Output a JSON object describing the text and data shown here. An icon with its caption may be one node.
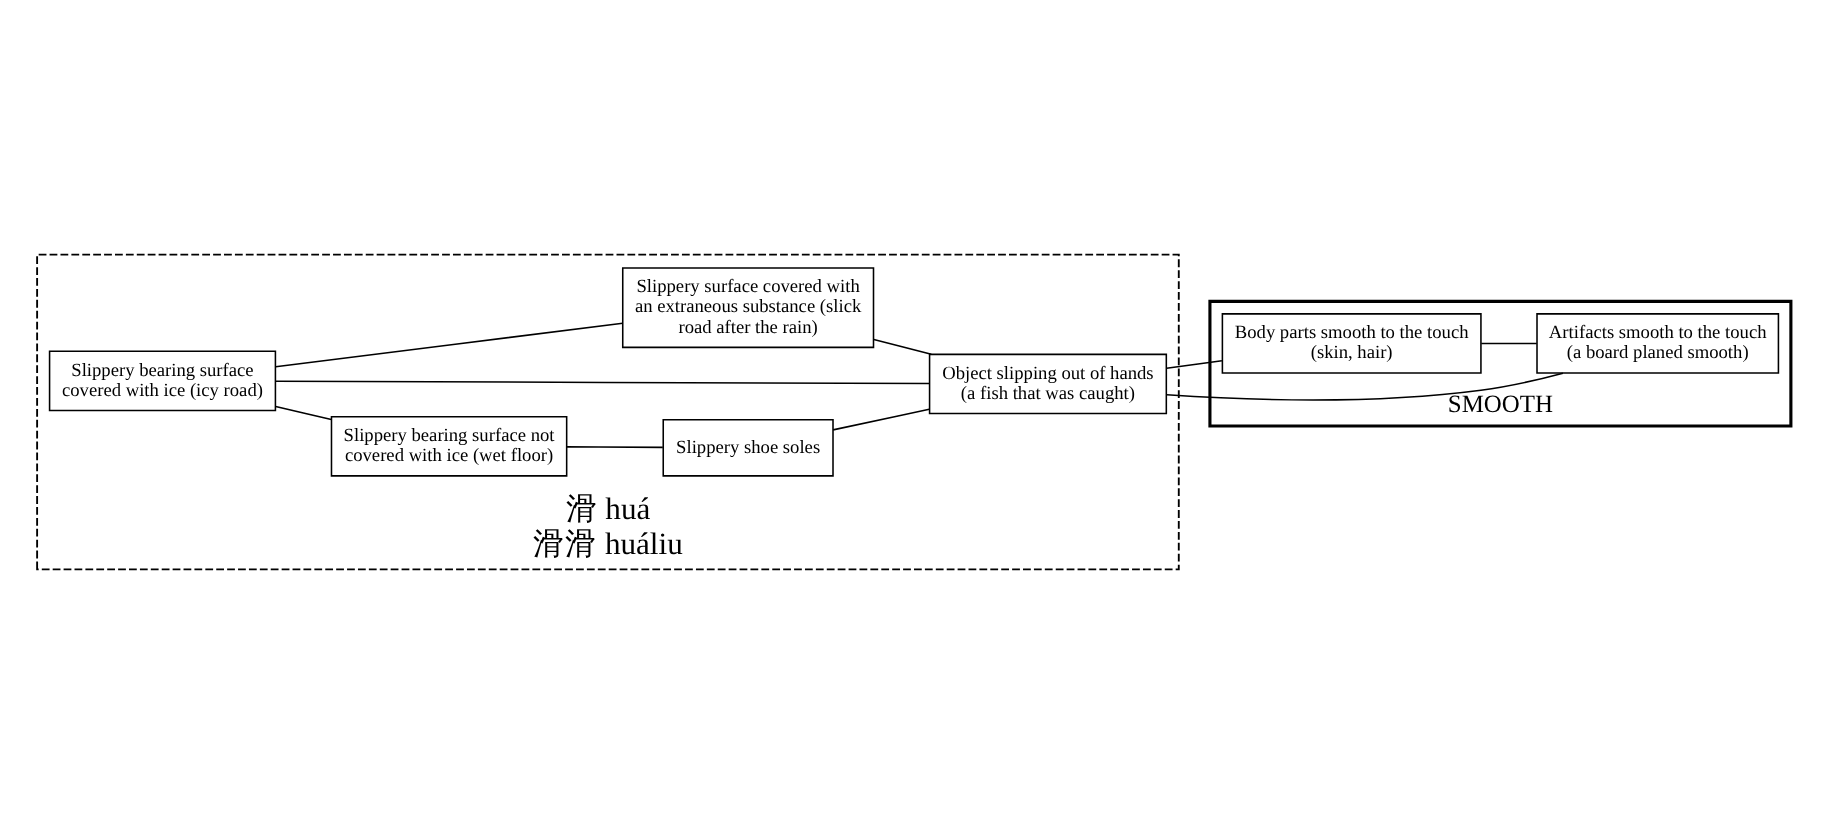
{
  "diagram": {
    "nodes": [
      {
        "text": [
          "滑 huá",
          "滑滑 huáliu"
        ]
      },
      {
        "text": [
          "Slippery bearing surface covered with ice (icy road)"
        ],
        "in": 0
      },
      {
        "text": [
          "Slippery bearing surface not covered with ice (wet floor)"
        ],
        "in": 0
      },
      {
        "text": [
          "Slippery shoe soles"
        ],
        "in": 0
      },
      {
        "text": [
          "Object slipping out of hands (a fish that was caught)"
        ],
        "in": 0
      },
      {
        "text": [
          "Slippery surface covered with an extraneous substance (slick road after the rain)"
        ],
        "in": 0
      },
      {
        "text": [
          "SMOOTH"
        ]
      },
      {
        "text": [
          "Body parts smooth to the touch (skin, hair)"
        ],
        "in": 6
      },
      {
        "text": [
          "Artifacts smooth to the touch (a board planed smooth)"
        ],
        "in": 6
      }
    ],
    "edges": [
      {
        "from": 1,
        "to": 4,
        "arrow": "none"
      },
      {
        "from": 1,
        "to": 2,
        "arrow": "none"
      },
      {
        "from": 1,
        "to": 5,
        "arrow": "none"
      },
      {
        "from": 2,
        "to": 3,
        "arrow": "none"
      },
      {
        "from": 3,
        "to": 4,
        "arrow": "none"
      },
      {
        "from": 5,
        "to": 4,
        "arrow": "none"
      },
      {
        "from": 4,
        "to": 7,
        "arrow": "none"
      },
      {
        "from": 4,
        "to": 8,
        "arrow": "none"
      },
      {
        "from": 7,
        "to": 8,
        "arrow": "none"
      }
    ]
  }
}
